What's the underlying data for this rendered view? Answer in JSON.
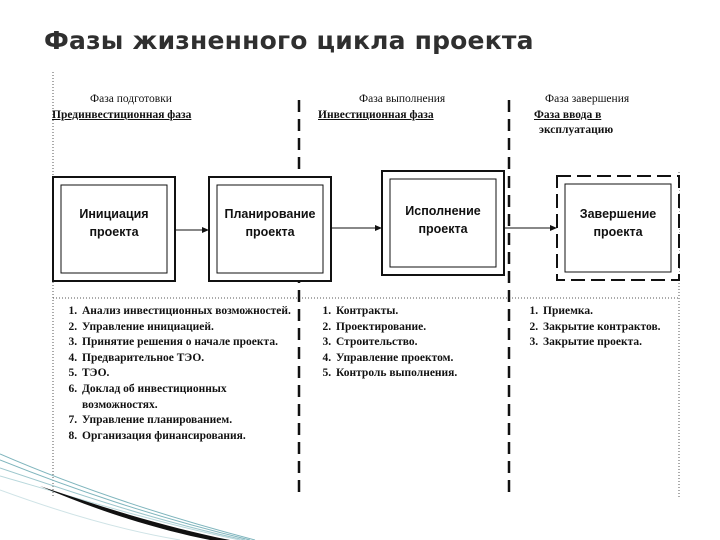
{
  "title": "Фазы жизненного цикла проекта",
  "phases": [
    {
      "name": "Фаза подготовки",
      "subname": "Прединвестиционная фаза"
    },
    {
      "name": "Фаза выполнения",
      "subname": "Инвестиционная фаза"
    },
    {
      "name": "Фаза завершения",
      "subname_line1": "Фаза ввода в",
      "subname_line2": "эксплуатацию"
    }
  ],
  "stages": [
    {
      "line1": "Инициация",
      "line2": "проекта"
    },
    {
      "line1": "Планирование",
      "line2": "проекта"
    },
    {
      "line1": "Исполнение",
      "line2": "проекта"
    },
    {
      "line1": "Завершение",
      "line2": "проекта"
    }
  ],
  "tasks": [
    [
      "Анализ инвестиционных возможностей.",
      "Управление инициацией.",
      "Принятие решения о начале проекта.",
      "Предварительное ТЭО.",
      "ТЭО.",
      "Доклад об инвестиционных возможностях.",
      "Управление планированием.",
      "Организация финансирования."
    ],
    [
      "Контракты.",
      "Проектирование.",
      "Строительство.",
      "Управление проектом.",
      "Контроль выполнения."
    ],
    [
      "Приемка.",
      "Закрытие контрактов.",
      "Закрытие проекта."
    ]
  ],
  "colors": {
    "title": "#2f2f2f",
    "lines": "#111111",
    "deco_teal": "#7fb5bd"
  }
}
